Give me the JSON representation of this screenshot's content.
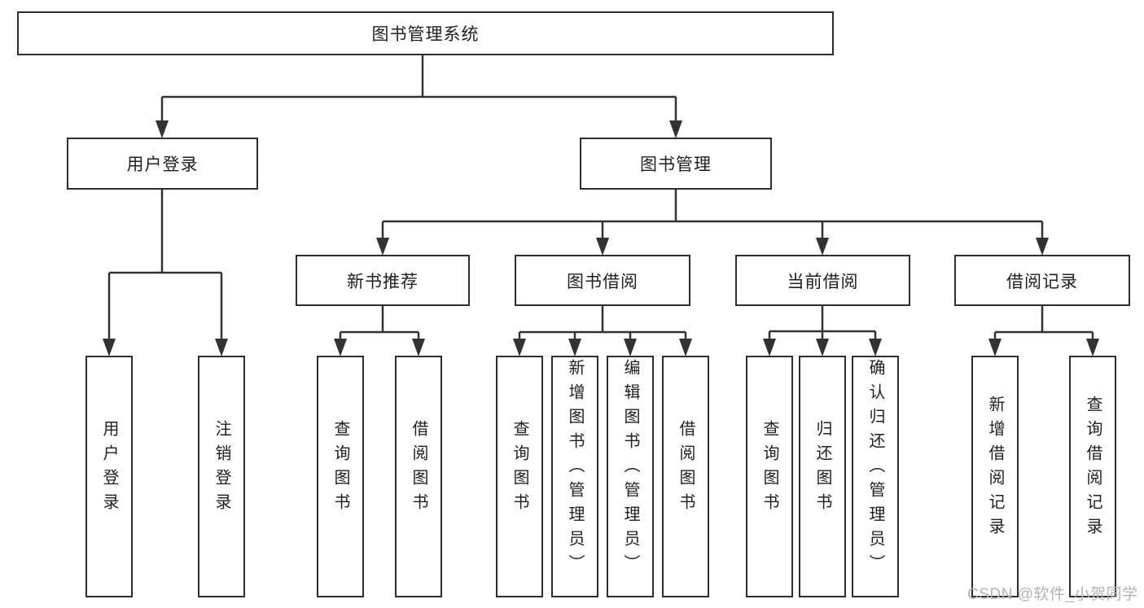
{
  "diagram": {
    "root": {
      "label": "图书管理系统",
      "children": [
        {
          "label": "用户登录",
          "children": [
            {
              "label": "用户登录"
            },
            {
              "label": "注销登录"
            }
          ]
        },
        {
          "label": "图书管理",
          "children": [
            {
              "label": "新书推荐",
              "children": [
                {
                  "label": "查询图书"
                },
                {
                  "label": "借阅图书"
                }
              ]
            },
            {
              "label": "图书借阅",
              "children": [
                {
                  "label": "查询图书"
                },
                {
                  "label": "新增图书（管理员）"
                },
                {
                  "label": "编辑图书（管理员）"
                },
                {
                  "label": "借阅图书"
                }
              ]
            },
            {
              "label": "当前借阅",
              "children": [
                {
                  "label": "查询图书"
                },
                {
                  "label": "归还图书"
                },
                {
                  "label": "确认归还（管理员）"
                }
              ]
            },
            {
              "label": "借阅记录",
              "children": [
                {
                  "label": "新增借阅记录"
                },
                {
                  "label": "查询借阅记录"
                }
              ]
            }
          ]
        }
      ]
    },
    "colors": {
      "line": "#323232",
      "box_border": "#2e2e2e",
      "text": "#1f1f1f",
      "background": "#ffffff",
      "watermark": "#b3b3b3"
    }
  },
  "watermark": {
    "text": "CSDN @软件_小贺同学"
  }
}
